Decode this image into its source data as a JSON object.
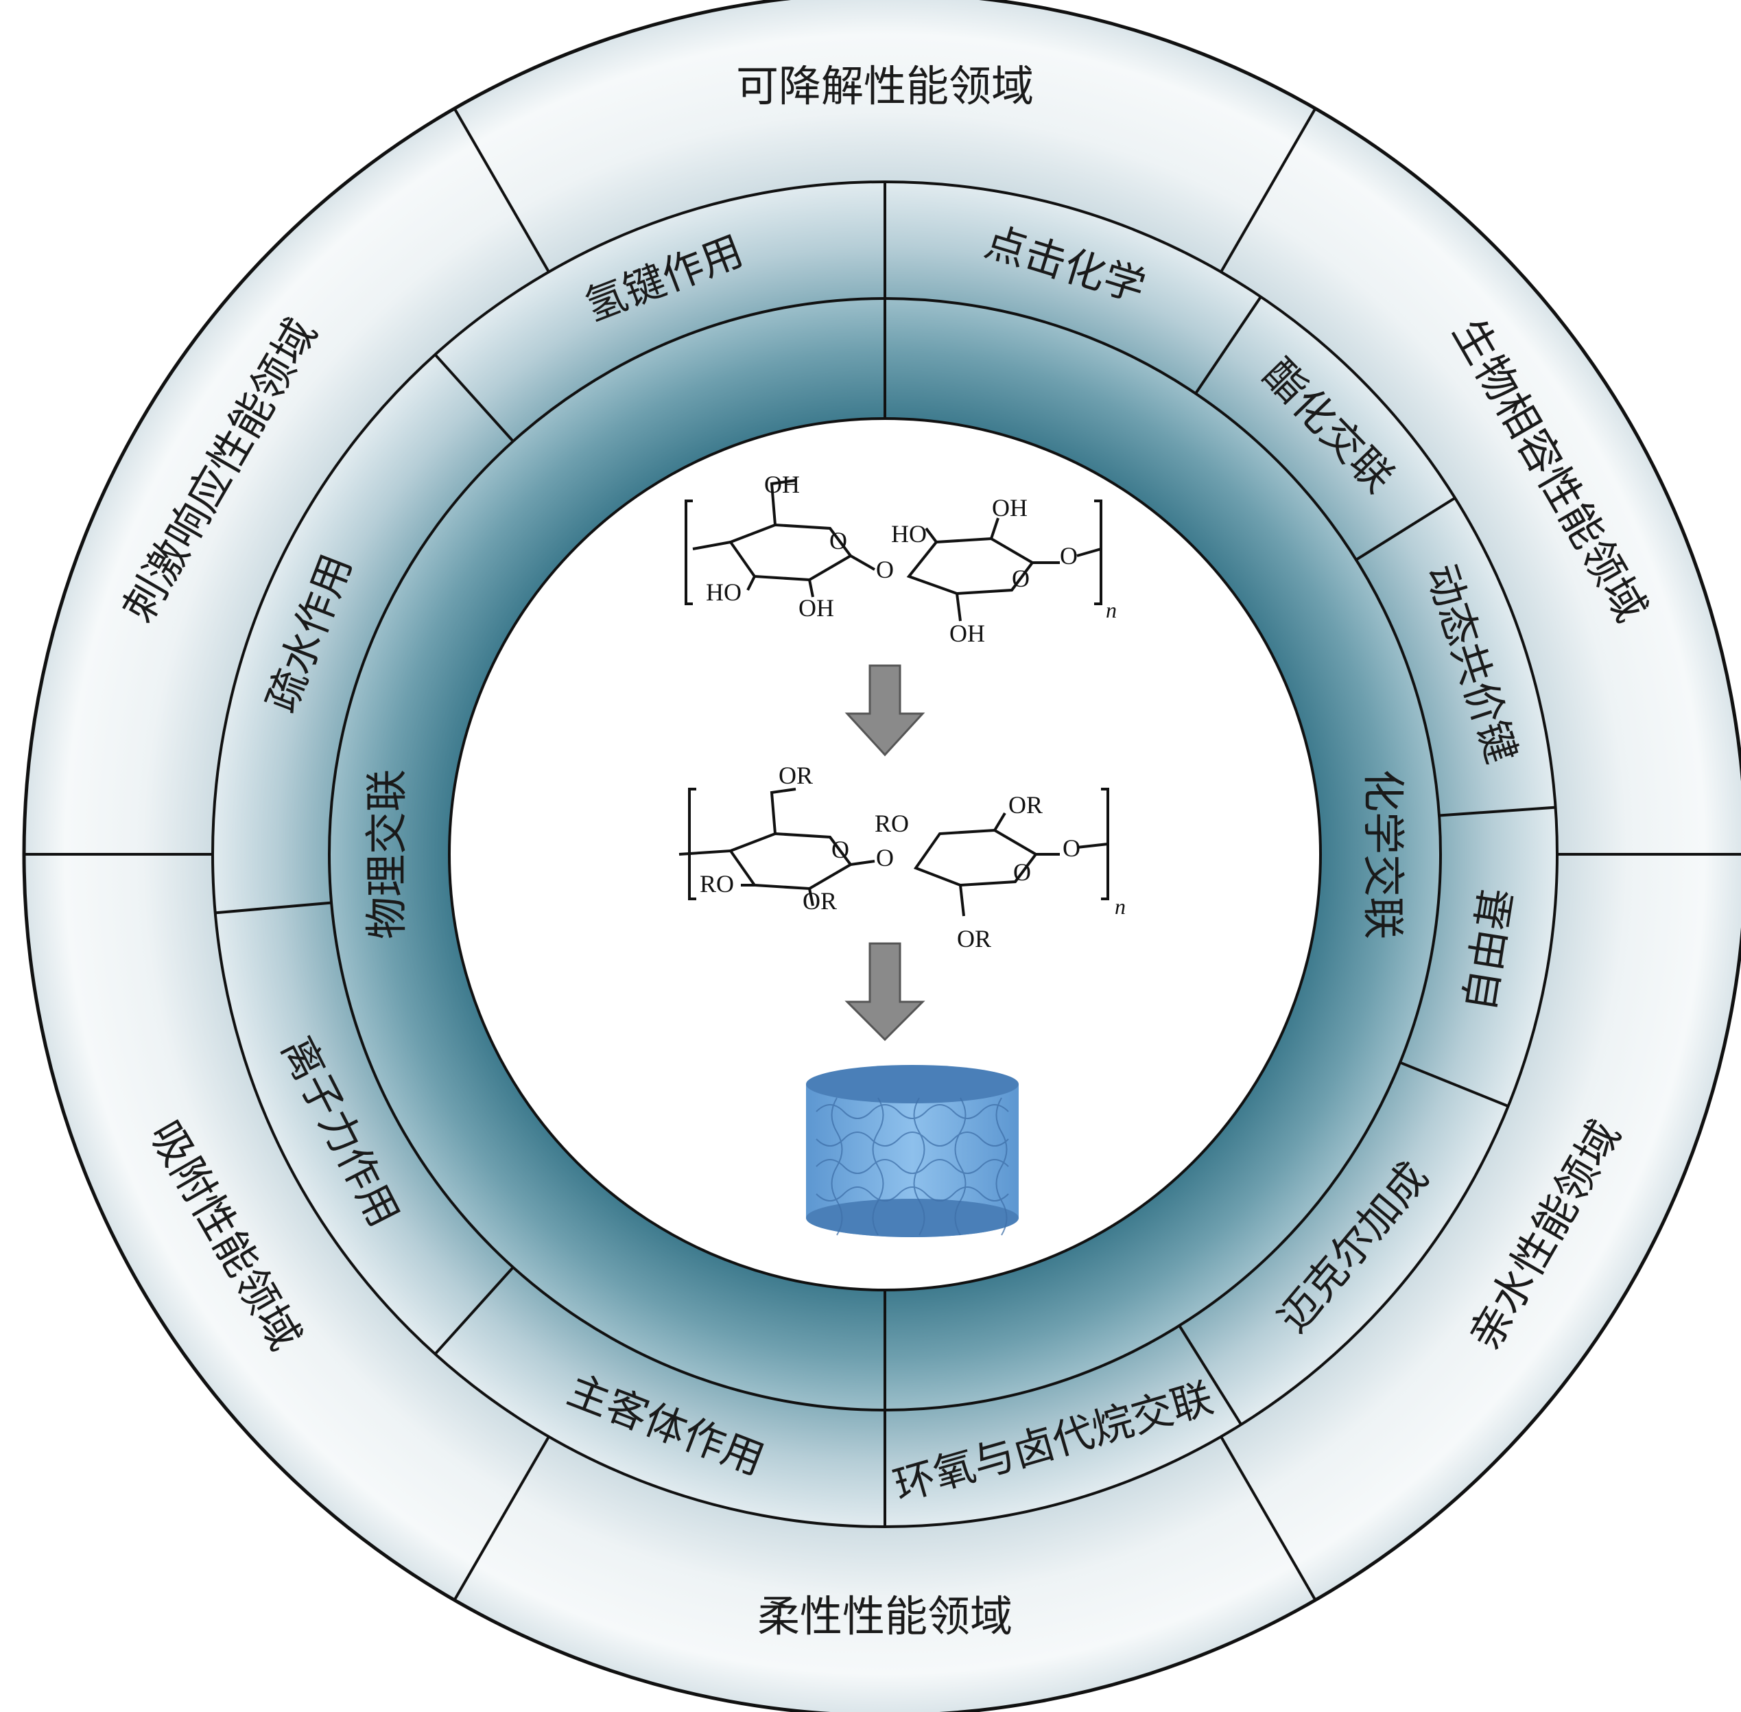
{
  "outer_ring": {
    "labels": [
      "可降解性能领域",
      "生物相容性能领域",
      "亲水性能领域",
      "柔性性能领域",
      "吸附性能领域",
      "刺激响应性能领域"
    ]
  },
  "middle_ring": {
    "labels": [
      "点击化学",
      "酯化交联",
      "动态共价键",
      "自由基",
      "迈克尔加成",
      "环氧与卤代烷交联",
      "主客体作用",
      "离子力作用",
      "疏水作用",
      "氢键作用"
    ]
  },
  "inner_ring": {
    "labels": [
      "化学交联",
      "物理交联"
    ]
  },
  "structures": {
    "top": {
      "labels": [
        "OH",
        "HO",
        "OH",
        "O",
        "O",
        "O",
        "O",
        "HO",
        "OH",
        "OH"
      ],
      "repeat": "n"
    },
    "bottom": {
      "labels": [
        "OR",
        "RO",
        "OR",
        "O",
        "O",
        "O",
        "O",
        "RO",
        "OR",
        "OR"
      ],
      "repeat": "n"
    }
  },
  "colors": {
    "ring_dark": "#4e8697",
    "ring_light": "#eef3f5",
    "arrow": "#8a8a8a",
    "gel_blue": "#6fa8dc",
    "gel_dark": "#4a7fb8"
  }
}
